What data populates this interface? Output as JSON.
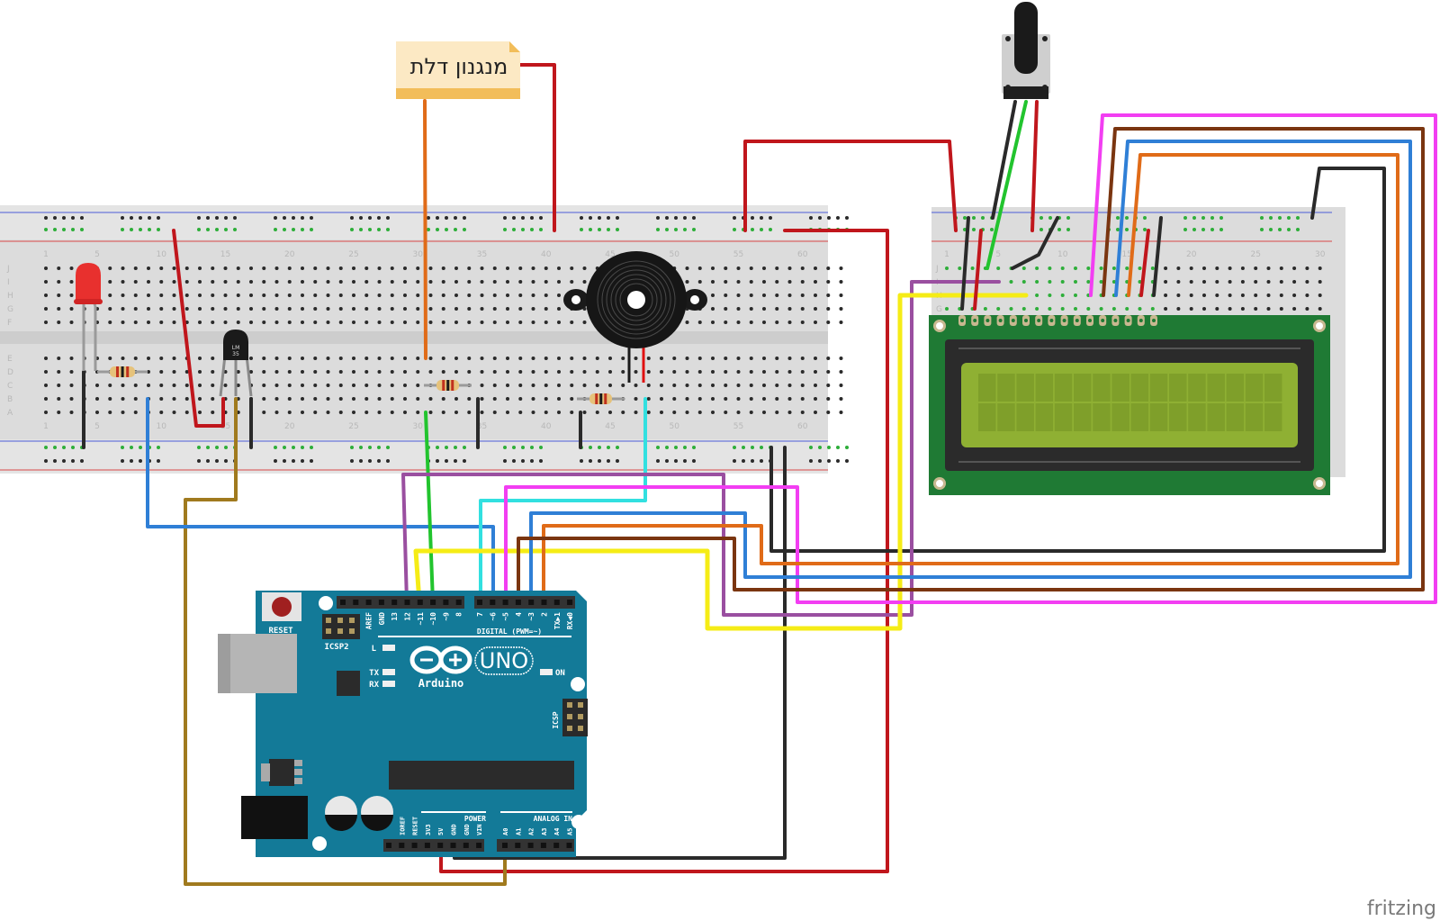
{
  "diagram": {
    "tool_logo": "fritzing",
    "note": {
      "text": "מנגנון דלת"
    },
    "breadboard_left": {
      "row_labels_top": [
        "J",
        "I",
        "H",
        "G",
        "F"
      ],
      "row_labels_bottom": [
        "E",
        "D",
        "C",
        "B",
        "A"
      ],
      "column_numbers": [
        "1",
        "5",
        "10",
        "15",
        "20",
        "25",
        "30",
        "35",
        "40",
        "45",
        "50",
        "55",
        "60"
      ]
    },
    "breadboard_right": {
      "row_labels": [
        "J",
        "I",
        "H",
        "G"
      ],
      "column_numbers": [
        "1",
        "5",
        "10",
        "15",
        "20",
        "25",
        "30"
      ]
    },
    "components": {
      "led": {
        "label": "LED",
        "color": "#e8302e"
      },
      "temp_sensor": {
        "label": "LM35",
        "text_line1": "LM",
        "text_line2": "35"
      },
      "buzzer": {
        "label": "Piezo buzzer"
      },
      "potentiometer": {
        "label": "Potentiometer"
      },
      "lcd": {
        "label": "16x2 LCD",
        "columns": 16,
        "rows": 2
      }
    },
    "arduino": {
      "board_name": "Arduino",
      "model": "UNO",
      "reset_label": "RESET",
      "icsp2_label": "ICSP2",
      "icsp_label": "ICSP",
      "digital_label": "DIGITAL (PWM=~)",
      "power_label": "POWER",
      "analog_label": "ANALOG IN",
      "led_labels": {
        "l": "L",
        "tx": "TX",
        "rx": "RX",
        "on": "ON"
      },
      "top_pins": [
        "AREF",
        "GND",
        "13",
        "12",
        "~11",
        "~10",
        "~9",
        "8",
        "7",
        "~6",
        "~5",
        "4",
        "~3",
        "2",
        "TX▶1",
        "RX◀0"
      ],
      "power_pins": [
        "IOREF",
        "RESET",
        "3V3",
        "5V",
        "GND",
        "GND",
        "VIN"
      ],
      "analog_pins": [
        "A0",
        "A1",
        "A2",
        "A3",
        "A4",
        "A5"
      ]
    },
    "wire_colors": {
      "red": "#c0161c",
      "black": "#2a2a2a",
      "blue": "#2f7fd6",
      "orange": "#e06b18",
      "brown": "#7a3510",
      "green": "#22c42e",
      "yellow": "#f5ec16",
      "cyan": "#32e0e0",
      "magenta": "#f23ef2",
      "purple": "#9a4fa0",
      "ochre": "#a07a1e"
    }
  }
}
